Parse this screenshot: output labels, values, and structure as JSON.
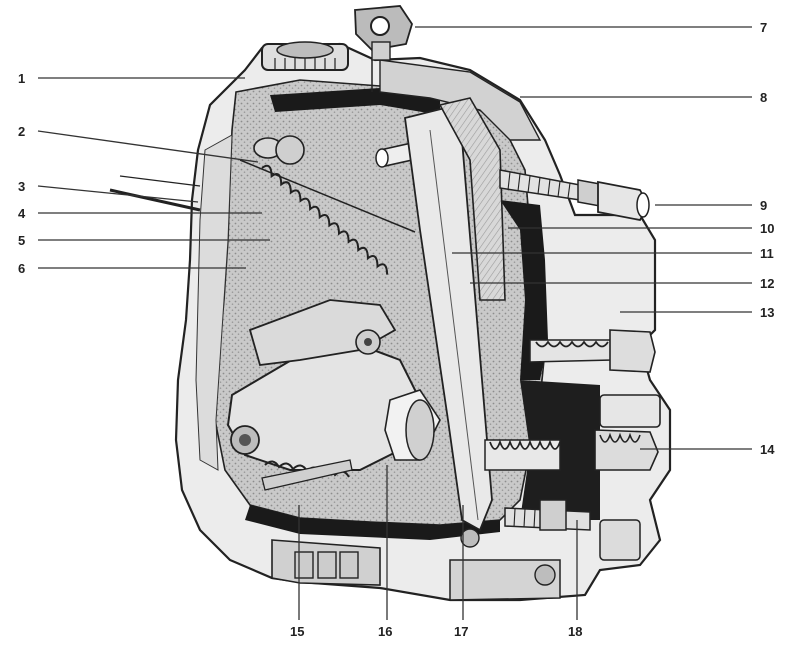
{
  "colors": {
    "ink": "#222222",
    "paper": "#ffffff",
    "metal_light": "#e6e6e6",
    "metal_mid": "#b9b9b9",
    "metal_dark": "#7a7a7a",
    "shadow": "#1a1a1a"
  },
  "callouts": {
    "c1": "1",
    "c2": "2",
    "c3": "3",
    "c4": "4",
    "c5": "5",
    "c6": "6",
    "c7": "7",
    "c8": "8",
    "c9": "9",
    "c10": "10",
    "c11": "11",
    "c12": "12",
    "c13": "13",
    "c14": "14",
    "c15": "15",
    "c16": "16",
    "c17": "17",
    "c18": "18"
  }
}
